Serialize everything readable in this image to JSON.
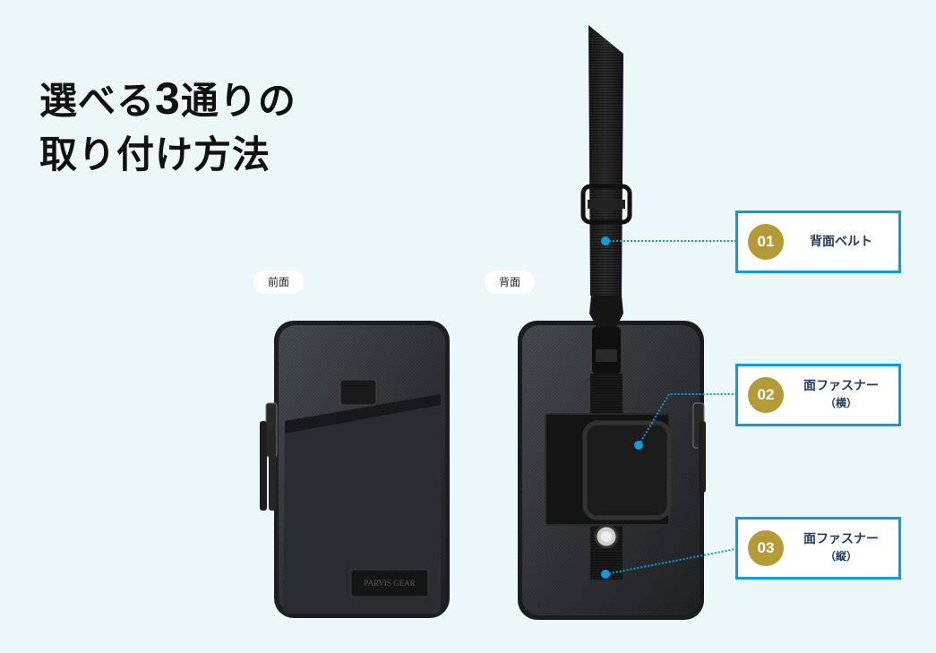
{
  "headline": {
    "line1_pre": "選べる",
    "line1_num": "3",
    "line1_post": "通りの",
    "line2": "取り付け方法"
  },
  "views": {
    "front_label": "前面",
    "back_label": "背面"
  },
  "product": {
    "brand_patch": "PARVIS GEAR"
  },
  "callouts": [
    {
      "number": "01",
      "title": "背面ベルト",
      "subtitle": ""
    },
    {
      "number": "02",
      "title": "面ファスナー",
      "subtitle": "（横）"
    },
    {
      "number": "03",
      "title": "面ファスナー",
      "subtitle": "（縦）"
    }
  ],
  "colors": {
    "background": "#ecf7fa",
    "accent_blue": "#0d9be0",
    "badge_gold": "#b59a38",
    "callout_text": "#1e3a5c"
  }
}
